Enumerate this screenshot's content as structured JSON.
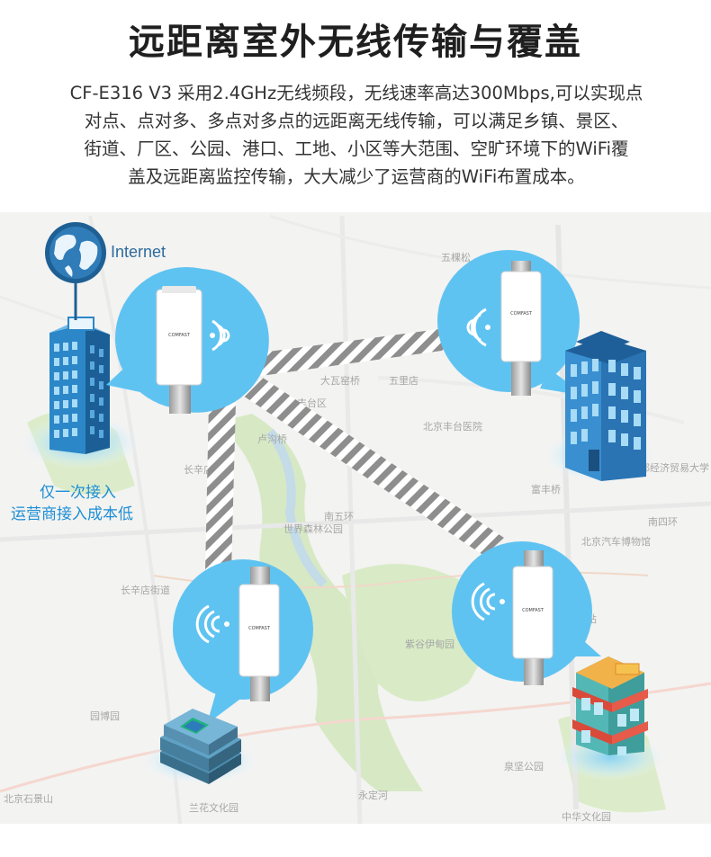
{
  "title": "远距离室外无线传输与覆盖",
  "description": [
    "CF-E316 V3  采用2.4GHz无线频段，无线速率高达300Mbps,可以实现点",
    "对点、点对多、多点对多点的远距离无线传输，可以满足乡镇、景区、",
    "街道、厂区、公园、港口、工地、小区等大范围、空旷环境下的WiFi覆",
    "盖及远距离监控传输，大大减少了运营商的WiFi布置成本。"
  ],
  "internet_label": "Internet",
  "building_caption": [
    "仅一次接入",
    "运营商接入成本低"
  ],
  "device_brand": "COMFAST",
  "colors": {
    "bubble": "#5fc3f1",
    "link_stripe": "#8e8e8e",
    "caption": "#1e8fd6",
    "globe": "#1e5f94"
  },
  "map_labels": [
    "大瓦窑桥",
    "五里店",
    "北京丰台医院",
    "丰台区",
    "世界森林公园",
    "南五环",
    "卢沟桥",
    "紫谷伊甸园",
    "北京汽车博物馆",
    "首都经济贸易大学",
    "富丰桥",
    "南四环",
    "长辛店街道",
    "长辛店",
    "永定河",
    "兰花文化园",
    "泉坚公园",
    "中华文化园",
    "丰台站",
    "北京石景山",
    "五棵松",
    "园博园"
  ]
}
